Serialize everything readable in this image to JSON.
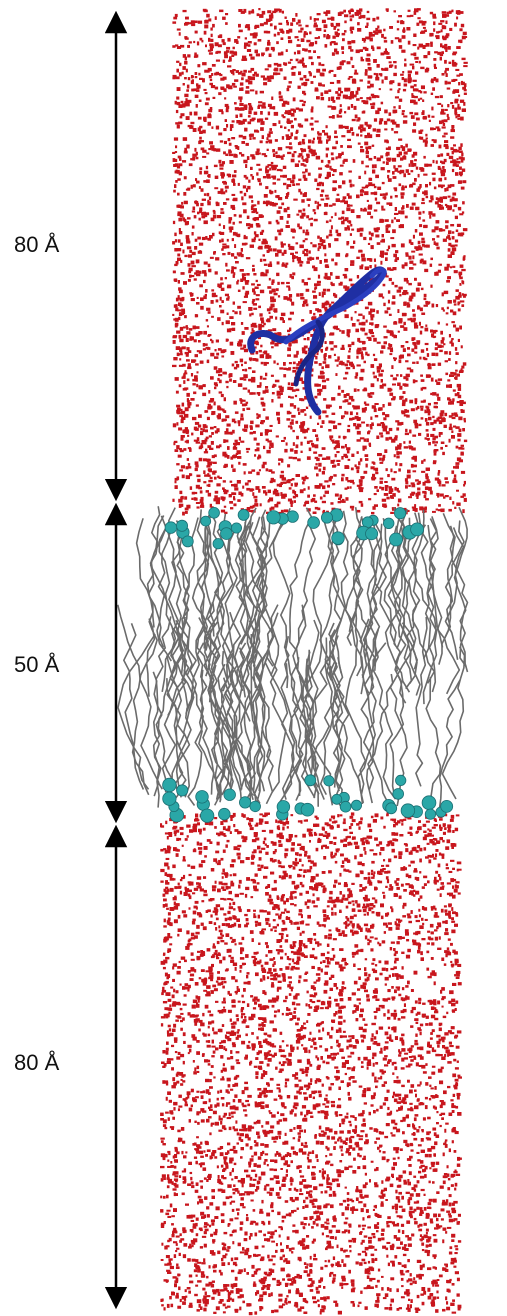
{
  "labels": {
    "top_water": "80 Å",
    "membrane": "50 Å",
    "bottom_water": "80 Å"
  },
  "colors": {
    "water": "#c8161d",
    "lipid": "#6b6b6b",
    "headgroup": "#2aa7a7",
    "protein": "#1f2fa3",
    "arrow": "#000000"
  }
}
